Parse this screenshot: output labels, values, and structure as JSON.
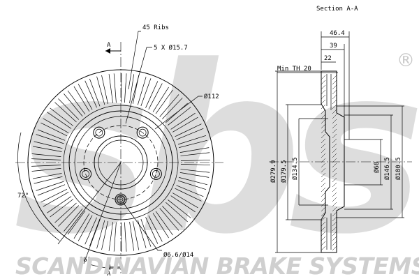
{
  "watermark": {
    "logo": "sbs",
    "registered_mark": "®",
    "brand_text": "SCANDINAVIAN BRAKE SYSTEMS"
  },
  "front_view": {
    "section_marker_top": "A",
    "section_marker_bottom": "A",
    "ribs_label": "45 Ribs",
    "bolt_holes_label": "5 X Ø15.7",
    "pcd_label": "Ø112",
    "small_hole_label": "Ø6.6/Ø14",
    "angle_72": "72°",
    "angle_36": "36°"
  },
  "section_view": {
    "title": "Section A-A",
    "min_th_label": "Min TH 20",
    "dim_46_4": "46.4",
    "dim_39": "39",
    "dim_22": "22",
    "dia_279_9": "Ø279.9",
    "dia_179_5": "Ø179.5",
    "dia_134_5": "Ø134.5",
    "dia_68": "Ø68",
    "dia_146_5": "Ø146.5",
    "dia_180_5": "Ø180.5"
  }
}
